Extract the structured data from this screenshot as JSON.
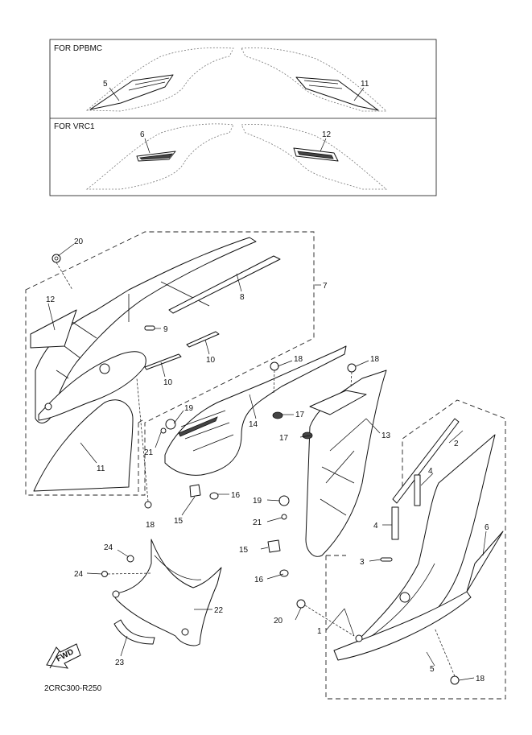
{
  "diagram": {
    "catalog_code": "2CRC300-R250",
    "fwd_label": "FWD",
    "variant_boxes": [
      {
        "title": "FOR DPBMC",
        "left_part": "5",
        "right_part": "11"
      },
      {
        "title": "FOR VRC1",
        "left_part": "6",
        "right_part": "12"
      }
    ],
    "callouts": {
      "c1": "1",
      "c2": "2",
      "c3": "3",
      "c4a": "4",
      "c4b": "4",
      "c5": "5",
      "c6": "6",
      "c7": "7",
      "c8": "8",
      "c9": "9",
      "c10a": "10",
      "c10b": "10",
      "c11": "11",
      "c12": "12",
      "c13": "13",
      "c14": "14",
      "c15a": "15",
      "c15b": "15",
      "c16a": "16",
      "c16b": "16",
      "c17a": "17",
      "c17b": "17",
      "c18a": "18",
      "c18b": "18",
      "c18c": "18",
      "c18d": "18",
      "c19a": "19",
      "c19b": "19",
      "c20a": "20",
      "c20b": "20",
      "c21a": "21",
      "c21b": "21",
      "c22": "22",
      "c23": "23",
      "c24a": "24",
      "c24b": "24"
    }
  }
}
